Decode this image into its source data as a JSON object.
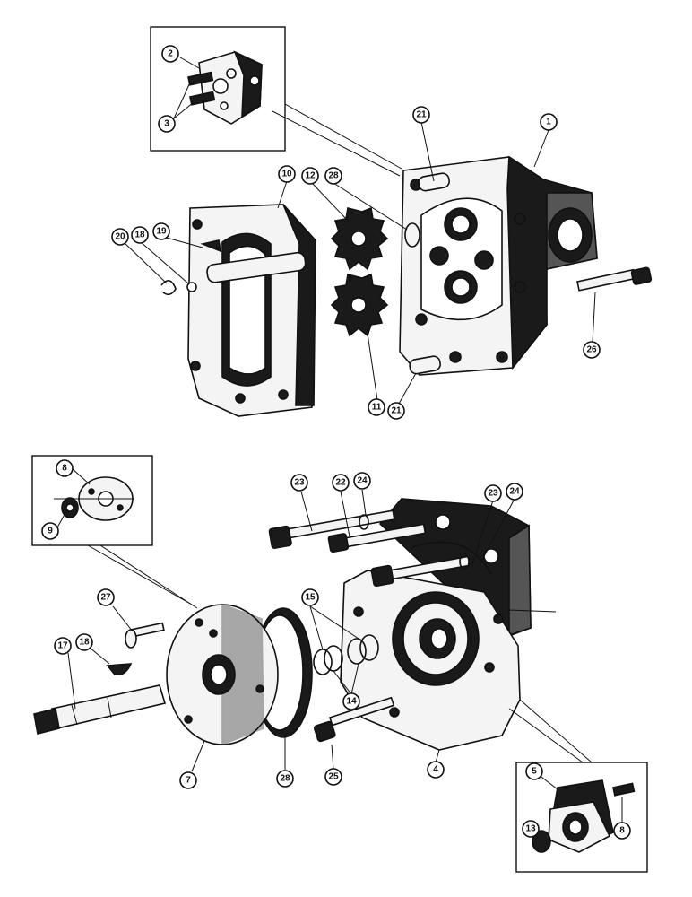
{
  "callouts": {
    "c1": "1",
    "c2": "2",
    "c3": "3",
    "c10": "10",
    "c12": "12",
    "c28a": "28",
    "c20": "20",
    "c18a": "18",
    "c19": "19",
    "c21a": "21",
    "c21b": "21",
    "c11": "11",
    "c26": "26",
    "c8a": "8",
    "c9": "9",
    "c23a": "23",
    "c22": "22",
    "c24a": "24",
    "c23b": "23",
    "c24b": "24",
    "c27": "27",
    "c18b": "18",
    "c17": "17",
    "c15": "15",
    "c14": "14",
    "c7": "7",
    "c28b": "28",
    "c25": "25",
    "c4": "4",
    "c5": "5",
    "c13": "13",
    "c8b": "8"
  }
}
